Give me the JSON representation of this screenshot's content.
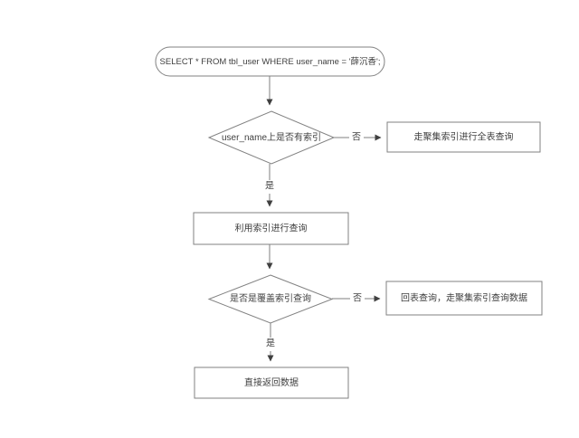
{
  "flowchart": {
    "nodes": {
      "start": {
        "label": "SELECT * FROM tbl_user WHERE user_name = '薛沉香';"
      },
      "decision_has_index": {
        "label": "user_name上是否有索引"
      },
      "full_table_scan": {
        "label": "走聚集索引进行全表查询"
      },
      "use_index_query": {
        "label": "利用索引进行查询"
      },
      "decision_covering_index": {
        "label": "是否是覆盖索引查询"
      },
      "back_to_table_query": {
        "label": "回表查询，走聚集索引查询数据"
      },
      "return_data": {
        "label": "直接返回数据"
      }
    },
    "edge_labels": {
      "no1": "否",
      "yes1": "是",
      "no2": "否",
      "yes2": "是"
    },
    "colors": {
      "background": "#ffffff",
      "shape_border": "#828282",
      "edge_line": "#7f7f7f",
      "arrowhead": "#404040",
      "text": "#404040"
    }
  }
}
